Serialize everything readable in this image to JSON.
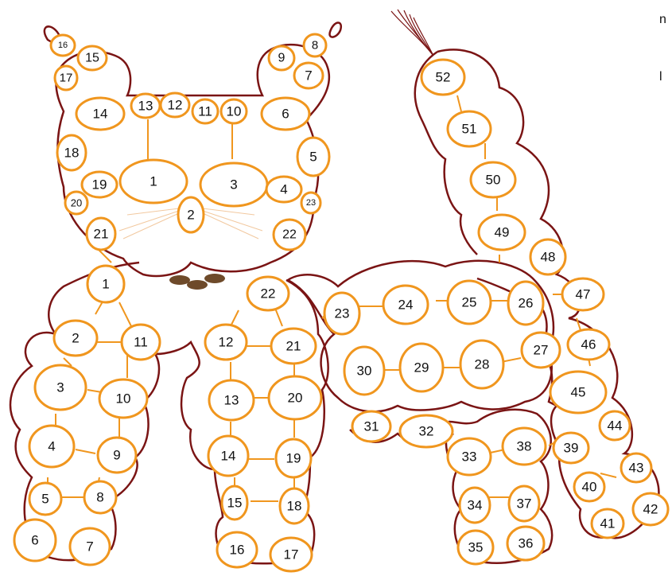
{
  "page_edge_text": [
    "n",
    "l"
  ],
  "colors": {
    "ring_outline": "#f0961e",
    "chain_outline": "#7a1414",
    "eye_bead": "#0f8a1a",
    "nose_bead": "#6e4a2a"
  },
  "head_rings": [
    "1",
    "2",
    "3",
    "4",
    "5",
    "6",
    "7",
    "8",
    "9",
    "10",
    "11",
    "12",
    "13",
    "14",
    "15",
    "16",
    "17",
    "18",
    "19",
    "20",
    "21",
    "22",
    "23"
  ],
  "tail_rings": [
    "52",
    "51",
    "50",
    "49",
    "48",
    "47",
    "46",
    "45",
    "44",
    "43",
    "42",
    "41",
    "40",
    "39",
    "38",
    "37",
    "36",
    "35",
    "34",
    "33"
  ],
  "body_rings": [
    "22",
    "23",
    "24",
    "25",
    "26",
    "27",
    "28",
    "29",
    "30",
    "31",
    "32"
  ],
  "front_leg_left_rings": [
    "1",
    "2",
    "3",
    "4",
    "5",
    "6",
    "7",
    "8",
    "9",
    "10",
    "11"
  ],
  "front_leg_right_rings": [
    "12",
    "13",
    "14",
    "15",
    "16",
    "17",
    "18",
    "19",
    "20",
    "21"
  ]
}
